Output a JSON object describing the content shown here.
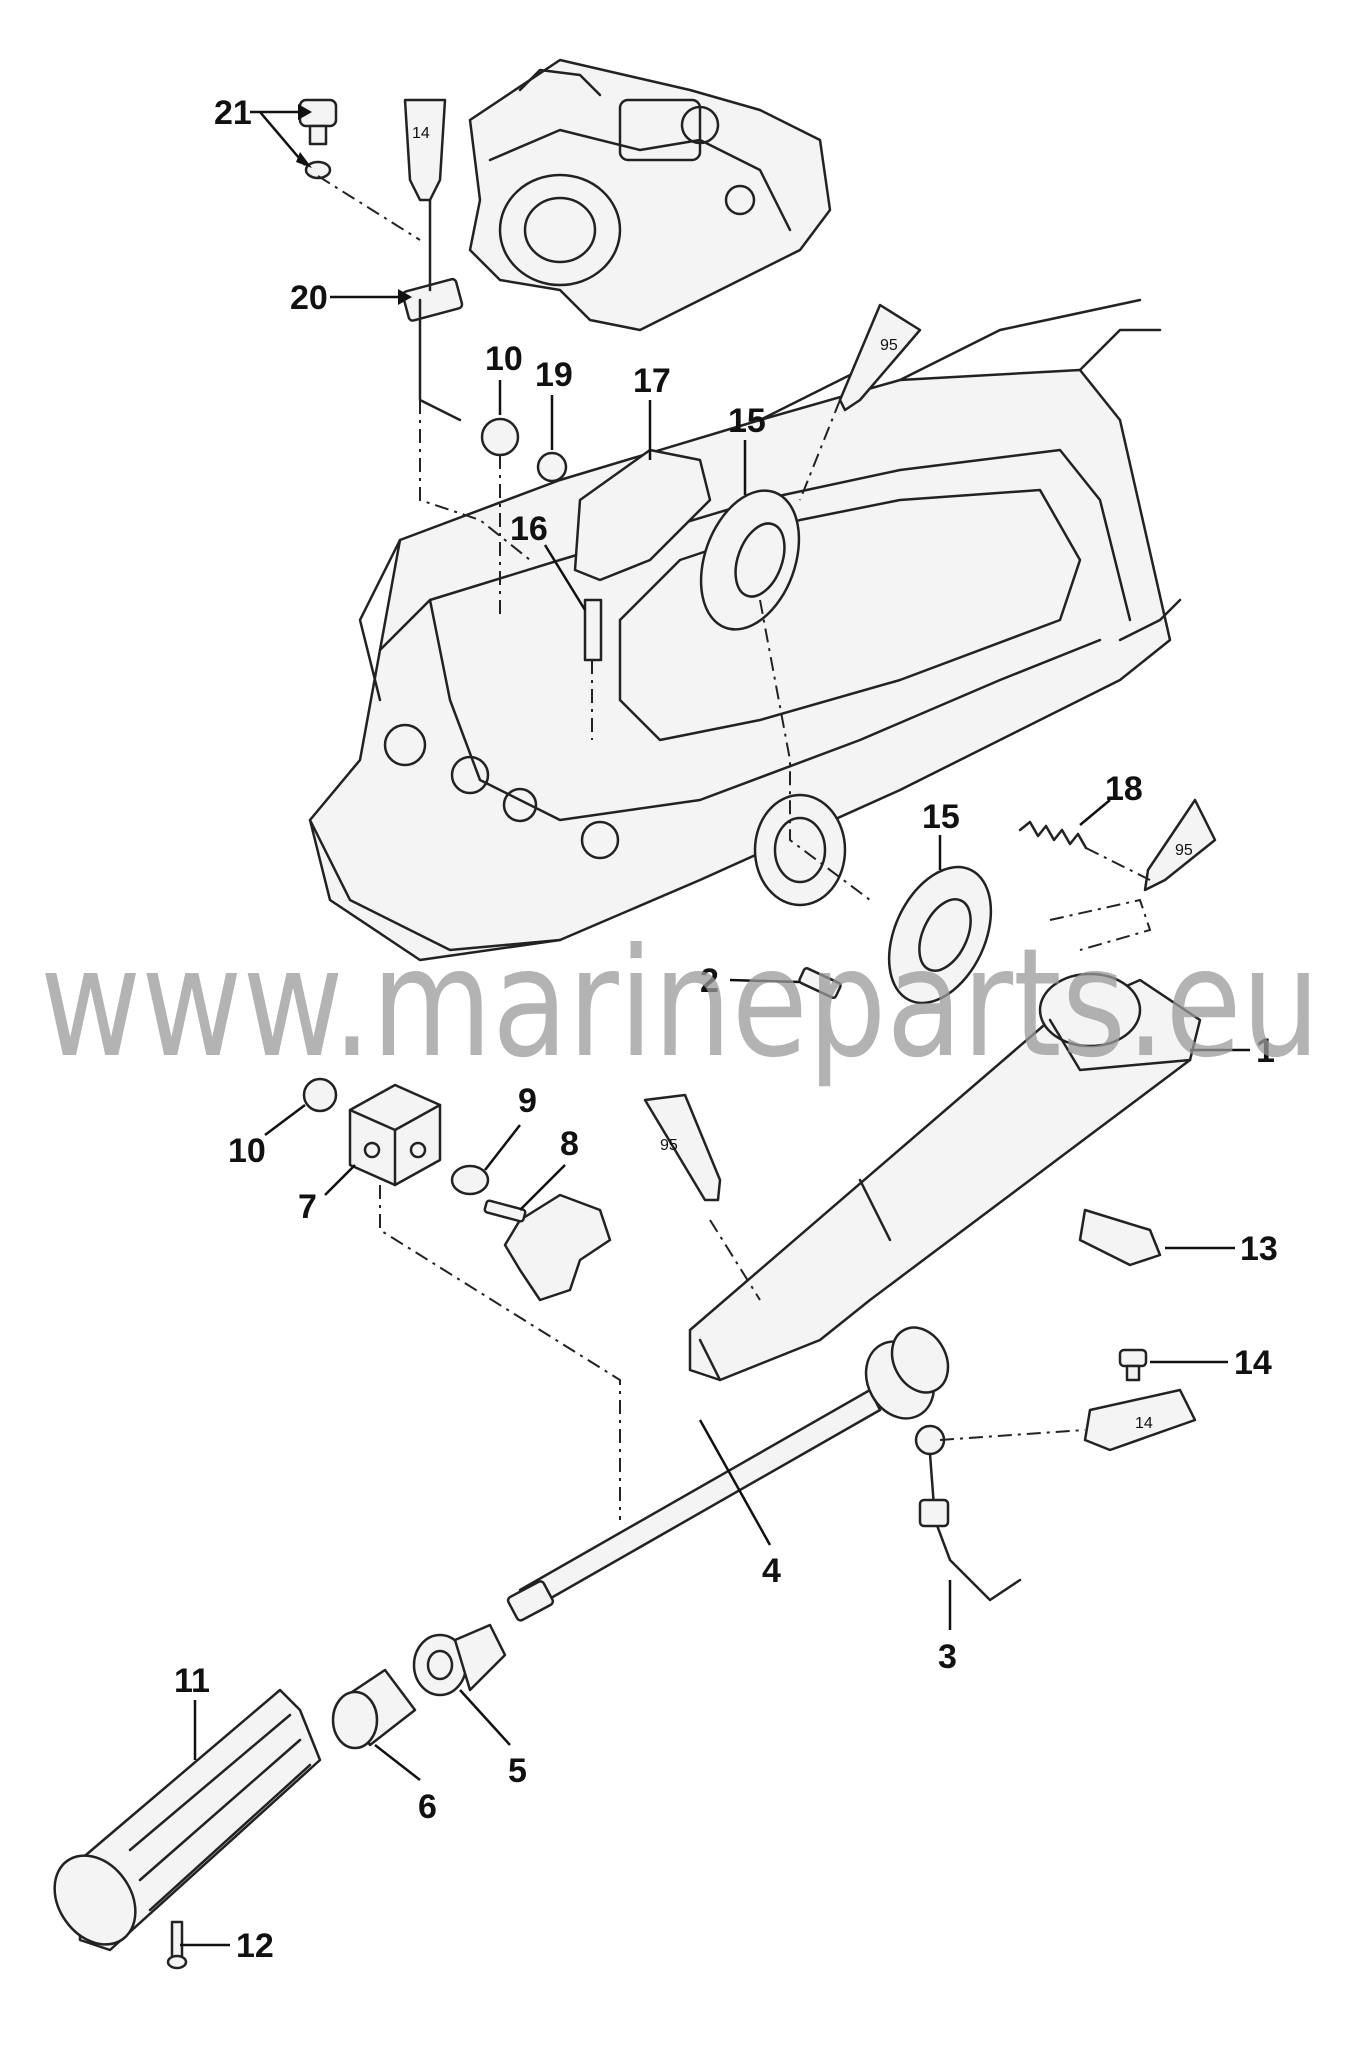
{
  "diagram": {
    "callouts": [
      "1",
      "2",
      "3",
      "4",
      "5",
      "6",
      "7",
      "8",
      "9",
      "10",
      "10",
      "11",
      "12",
      "13",
      "14",
      "14",
      "15",
      "15",
      "16",
      "17",
      "18",
      "19",
      "20",
      "21"
    ],
    "tube_labels": [
      "14",
      "95",
      "95",
      "95",
      "14"
    ],
    "watermark": "www.marineparts.eu"
  }
}
